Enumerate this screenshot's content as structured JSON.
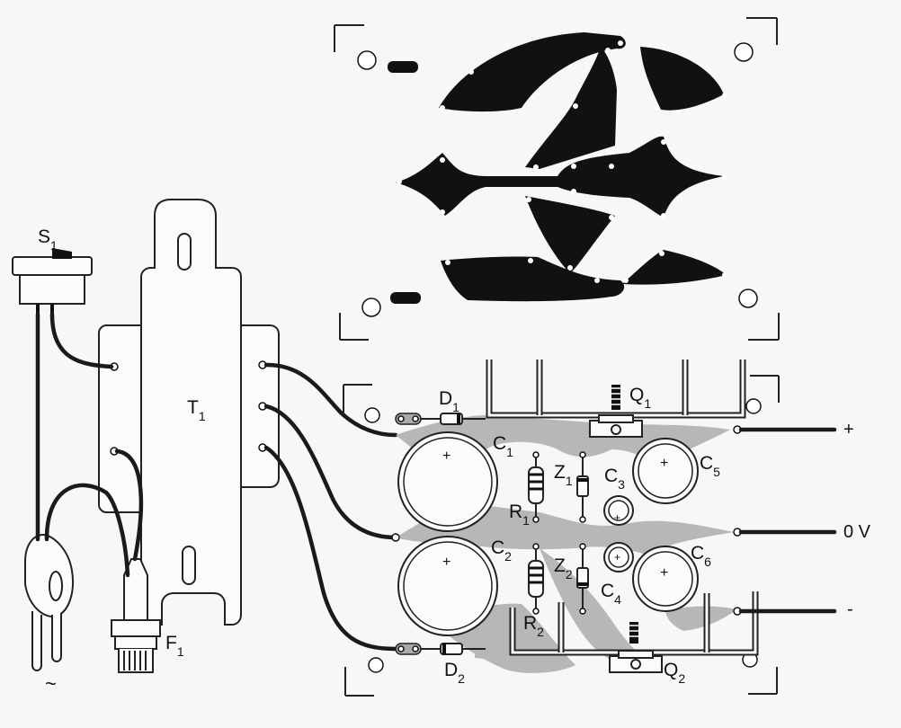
{
  "labels": {
    "switch": "S",
    "switch_sub": "1",
    "transformer": "T",
    "transformer_sub": "1",
    "fuse": "F",
    "fuse_sub": "1",
    "ac_symbol": "~",
    "d1": "D",
    "d1_sub": "1",
    "d2": "D",
    "d2_sub": "2",
    "q1": "Q",
    "q1_sub": "1",
    "q2": "Q",
    "q2_sub": "2",
    "c1": "C",
    "c1_sub": "1",
    "c2": "C",
    "c2_sub": "2",
    "c3": "C",
    "c3_sub": "3",
    "c4": "C",
    "c4_sub": "4",
    "c5": "C",
    "c5_sub": "5",
    "c6": "C",
    "c6_sub": "6",
    "r1": "R",
    "r1_sub": "1",
    "r2": "R",
    "r2_sub": "2",
    "z1": "Z",
    "z1_sub": "1",
    "z2": "Z",
    "z2_sub": "2",
    "out_plus": "+",
    "out_zero": "0 V",
    "out_minus": "-",
    "cap_plus": "+"
  },
  "colors": {
    "ink": "#111111",
    "copper_shade": "#b7b7b7",
    "paper": "#f7f7f5"
  }
}
